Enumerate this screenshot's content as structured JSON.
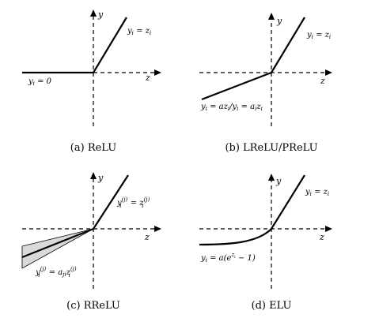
{
  "panels": [
    {
      "caption": "(a) ReLU",
      "x_axis": "z",
      "y_axis": "y",
      "labels": {
        "right": "y",
        "right_sub": "i",
        "right_eq": " = z",
        "right_eq_sub": "i",
        "left": "y",
        "left_sub": "i",
        "left_eq": " = 0"
      }
    },
    {
      "caption": "(b) LReLU/PReLU",
      "x_axis": "z",
      "y_axis": "y",
      "labels": {
        "right": "y",
        "right_sub": "i",
        "right_eq": " = z",
        "right_eq_sub": "i",
        "left_text": "y_i = az_i/y_i = a_iz_i",
        "left_a": "y",
        "left_a_sub": "i",
        "left_b": " = az",
        "left_b_sub": "i",
        "left_c": "/y",
        "left_c_sub": "i",
        "left_d": " = a",
        "left_d_sub": "i",
        "left_e": "z",
        "left_e_sub": "i"
      }
    },
    {
      "caption": "(c) RReLU",
      "x_axis": "z",
      "y_axis": "y",
      "labels": {
        "right": "y",
        "right_sub": "i",
        "right_sup": "(j)",
        "right_eq": " = z",
        "right_eq_sub": "i",
        "right_eq_sup": "(j)",
        "left": "y",
        "left_sub": "i",
        "left_sup": "(j)",
        "left_eq": " = a",
        "left_eq_sub": "ji",
        "left_eq2": "z",
        "left_eq2_sub": "i",
        "left_eq2_sup": "(j)"
      }
    },
    {
      "caption": "(d) ELU",
      "x_axis": "z",
      "y_axis": "y",
      "labels": {
        "right": "y",
        "right_sub": "i",
        "right_eq": " = z",
        "right_eq_sub": "i",
        "left": "y",
        "left_sub": "i",
        "left_eq": " = a(e",
        "left_sup": "z",
        "left_sup_sub": "i",
        "left_eq2": " − 1)"
      }
    }
  ]
}
